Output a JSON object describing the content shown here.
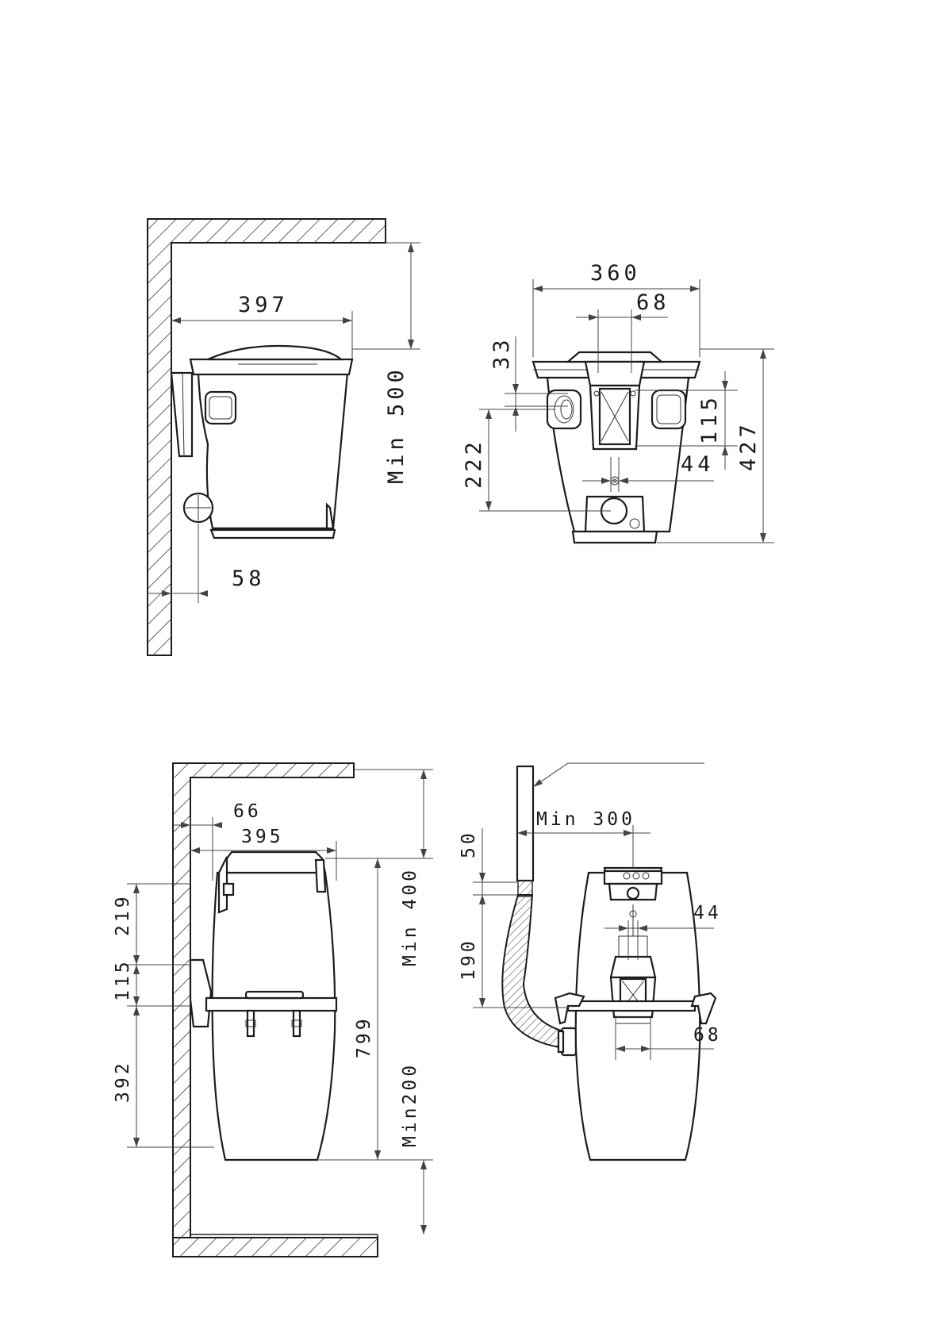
{
  "views": {
    "top_side": {
      "width": "397",
      "clearance_top": "Min 500",
      "pipe_offset": "58"
    },
    "top_front": {
      "width": "360",
      "center_offset": "68",
      "top_gap": "33",
      "inlet_height": "222",
      "bracket_height": "115",
      "center_gap": "44",
      "height": "427"
    },
    "bottom_side": {
      "wall_gap": "66",
      "width": "395",
      "upper": "219",
      "bracket": "115",
      "lower": "392",
      "clearance_top": "Min 400",
      "height": "799",
      "clearance_bottom": "Min200"
    },
    "bottom_front": {
      "pipe_clear": "Min 300",
      "gap_50": "50",
      "drop_190": "190",
      "center_gap": "44",
      "center_offset": "68"
    }
  },
  "colors": {
    "line": "#222222",
    "paper": "#ffffff"
  }
}
